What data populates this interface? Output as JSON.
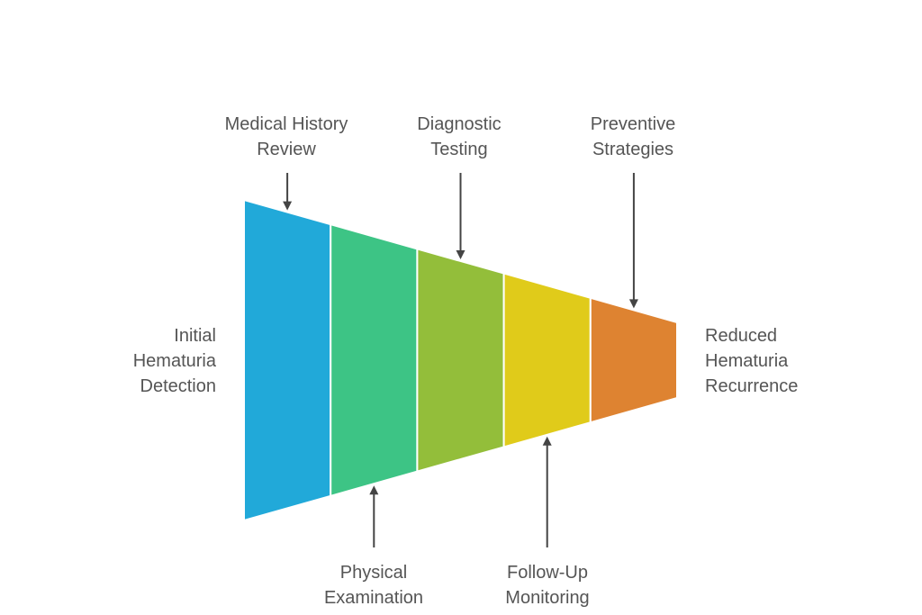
{
  "diagram": {
    "type": "funnel",
    "start_label": [
      "Initial",
      "Hematuria",
      "Detection"
    ],
    "end_label": [
      "Reduced",
      "Hematuria",
      "Recurrence"
    ],
    "stages": [
      {
        "name": "Medical History Review",
        "lines": [
          "Medical History",
          "Review"
        ],
        "color": "#21A9D9",
        "label_position": "top"
      },
      {
        "name": "Physical Examination",
        "lines": [
          "Physical",
          "Examination"
        ],
        "color": "#3DC485",
        "label_position": "bottom"
      },
      {
        "name": "Diagnostic Testing",
        "lines": [
          "Diagnostic",
          "Testing"
        ],
        "color": "#93BE3A",
        "label_position": "top"
      },
      {
        "name": "Follow-Up Monitoring",
        "lines": [
          "Follow-Up",
          "Monitoring"
        ],
        "color": "#E0CB1A",
        "label_position": "bottom"
      },
      {
        "name": "Preventive Strategies",
        "lines": [
          "Preventive",
          "Strategies"
        ],
        "color": "#DE8331",
        "label_position": "top"
      }
    ],
    "arrow_color": "#444444",
    "text_color": "#555555"
  }
}
